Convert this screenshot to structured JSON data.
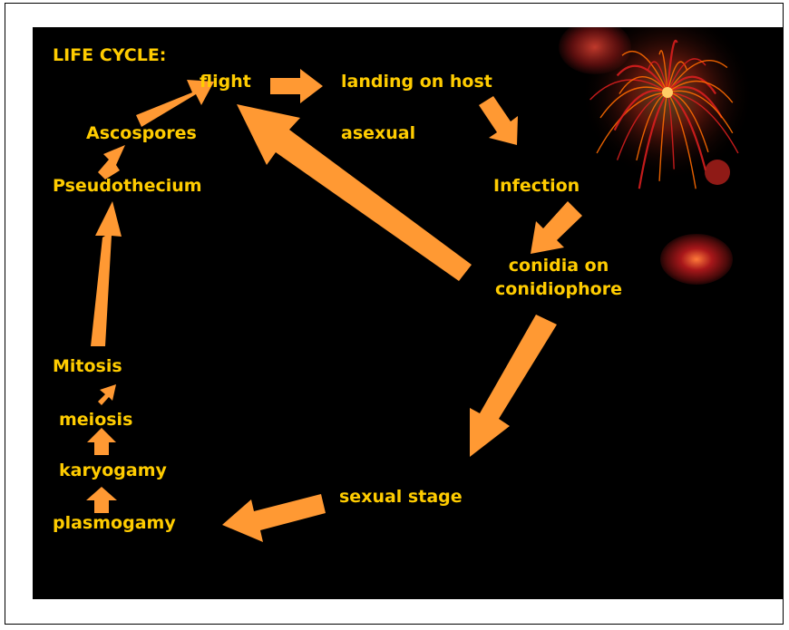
{
  "slide": {
    "title": "LIFE CYCLE:",
    "labels": {
      "flight": "flight",
      "landing": "landing on host",
      "asexual": "asexual",
      "ascospores": "Ascospores",
      "pseudothecium": "Pseudothecium",
      "infection": "Infection",
      "conidia_line1": "conidia on",
      "conidia_line2": "conidiophore",
      "mitosis": "Mitosis",
      "meiosis": "meiosis",
      "karyogamy": "karyogamy",
      "plasmogamy": "plasmogamy",
      "sexual_stage": "sexual stage"
    },
    "colors": {
      "background": "#000000",
      "text": "#ffcc00",
      "arrow": "#ff9933",
      "firework": "#ff6a00"
    }
  }
}
